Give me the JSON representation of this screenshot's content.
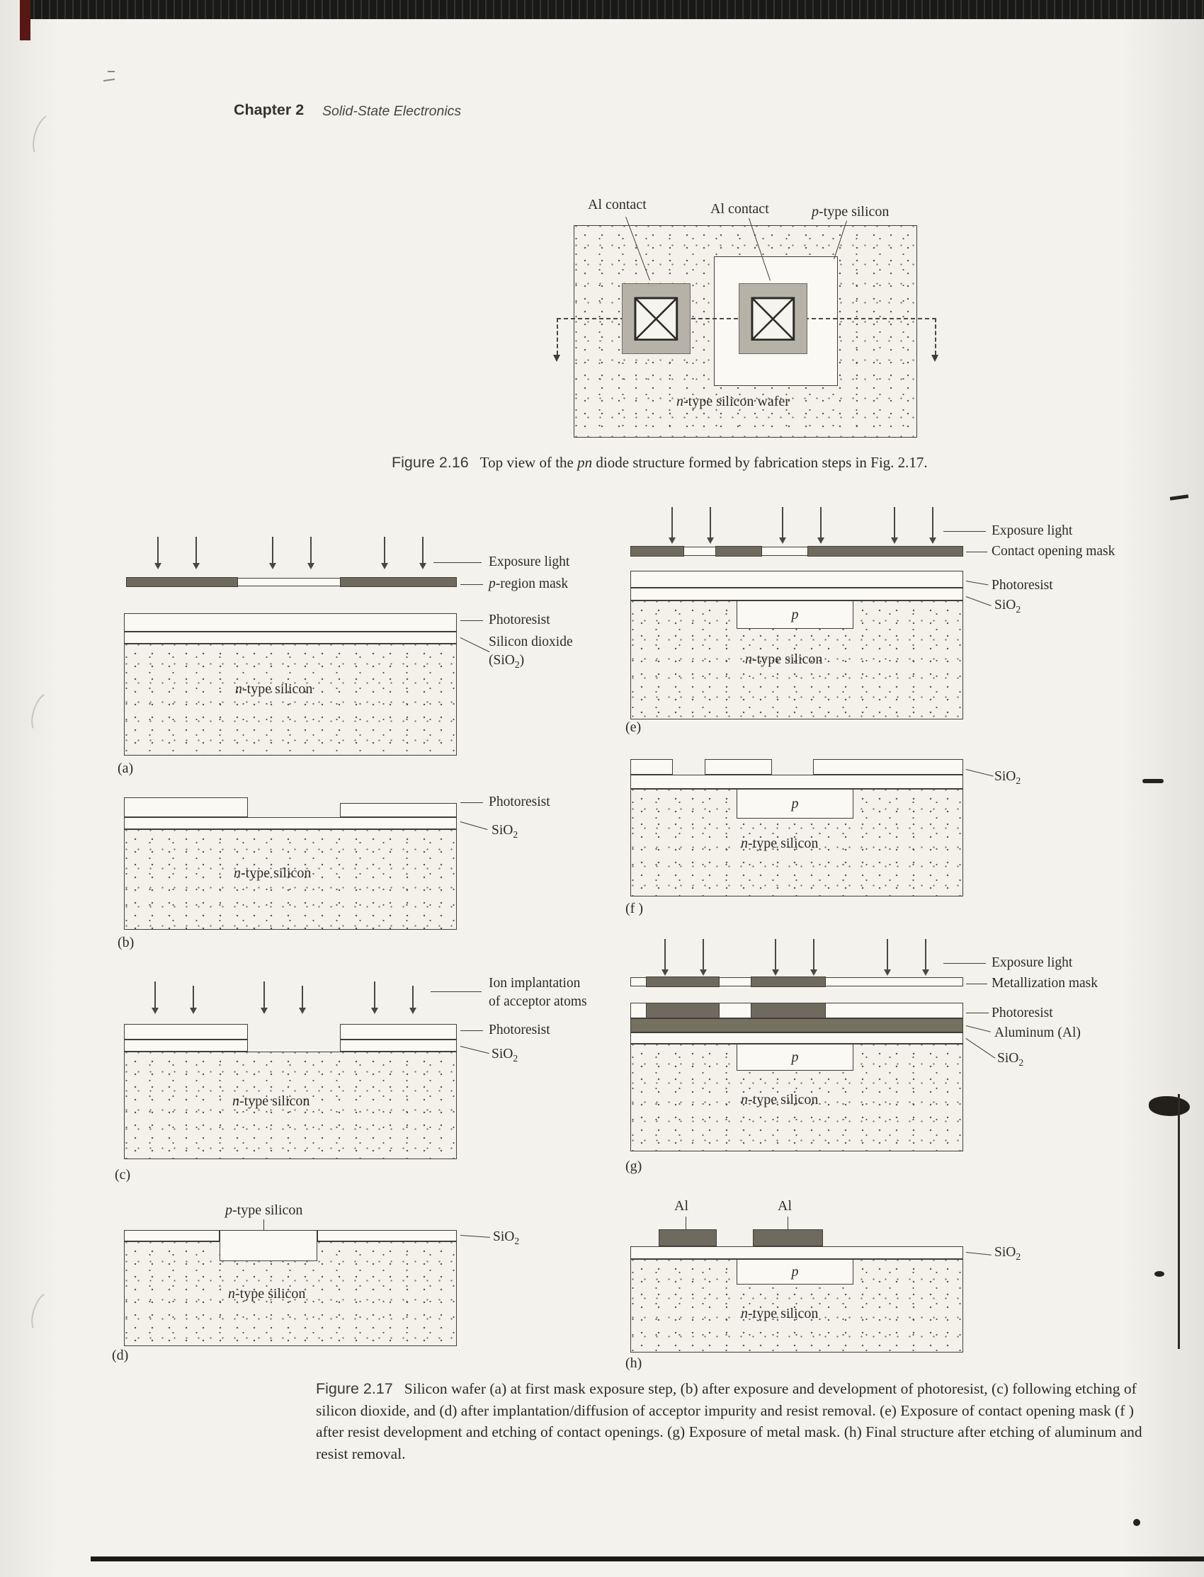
{
  "header": {
    "chapter": "Chapter 2",
    "book_title": "Solid-State Electronics"
  },
  "fig216": {
    "al_contact_left": "Al contact",
    "al_contact_right": "Al contact",
    "p_type": {
      "em": "p",
      "rest": "-type silicon"
    },
    "wafer": {
      "em": "n",
      "rest": "-type silicon wafer"
    },
    "caption": {
      "tag": "Figure 2.16",
      "pre": "Top view of the ",
      "em": "pn",
      "post": " diode structure formed by fabrication steps in Fig. 2.17."
    }
  },
  "fig217": {
    "panel_a": {
      "tag": "(a)",
      "exposure_light": "Exposure light",
      "mask": {
        "em": "p",
        "rest": "-region mask"
      },
      "photoresist": "Photoresist",
      "oxide_line1": "Silicon dioxide",
      "oxide_line2_open": "(SiO",
      "oxide_line2_sub": "2",
      "oxide_line2_close": ")",
      "substrate": {
        "em": "n",
        "rest": "-type silicon"
      }
    },
    "panel_b": {
      "tag": "(b)",
      "photoresist": "Photoresist",
      "oxide_base": "SiO",
      "oxide_sub": "2",
      "substrate": {
        "em": "n",
        "rest": "-type silicon"
      }
    },
    "panel_c": {
      "tag": "(c)",
      "ion_line1": "Ion implantation",
      "ion_line2": "of acceptor atoms",
      "photoresist": "Photoresist",
      "oxide_base": "SiO",
      "oxide_sub": "2",
      "substrate": {
        "em": "n",
        "rest": "-type silicon"
      }
    },
    "panel_d": {
      "tag": "(d)",
      "p_type": {
        "em": "p",
        "rest": "-type silicon"
      },
      "oxide_base": "SiO",
      "oxide_sub": "2",
      "substrate": {
        "em": "n",
        "rest": "-type silicon"
      }
    },
    "panel_e": {
      "tag": "(e)",
      "exposure_light": "Exposure light",
      "mask": "Contact opening mask",
      "photoresist": "Photoresist",
      "oxide_base": "SiO",
      "oxide_sub": "2",
      "p_region": "p",
      "substrate": {
        "em": "n",
        "rest": "-type silicon"
      }
    },
    "panel_f": {
      "tag": "(f )",
      "oxide_base": "SiO",
      "oxide_sub": "2",
      "p_region": "p",
      "substrate": {
        "em": "n",
        "rest": "-type silicon"
      }
    },
    "panel_g": {
      "tag": "(g)",
      "exposure_light": "Exposure light",
      "mask": "Metallization mask",
      "photoresist": "Photoresist",
      "aluminum": "Aluminum (Al)",
      "oxide_base": "SiO",
      "oxide_sub": "2",
      "p_region": "p",
      "substrate": {
        "em": "n",
        "rest": "-type silicon"
      }
    },
    "panel_h": {
      "tag": "(h)",
      "al_left": "Al",
      "al_right": "Al",
      "oxide_base": "SiO",
      "oxide_sub": "2",
      "p_region": "p",
      "substrate": {
        "em": "n",
        "rest": "-type silicon"
      }
    },
    "caption": {
      "tag": "Figure 2.17",
      "text": "Silicon wafer (a) at first mask exposure step, (b) after exposure and development of photoresist, (c) following etching of silicon dioxide, and (d) after implantation/diffusion of acceptor impurity and resist removal. (e) Exposure of contact opening mask (f ) after resist development and etching of contact openings. (g) Exposure of metal mask. (h) Final structure after etching of aluminum and resist removal."
    }
  }
}
